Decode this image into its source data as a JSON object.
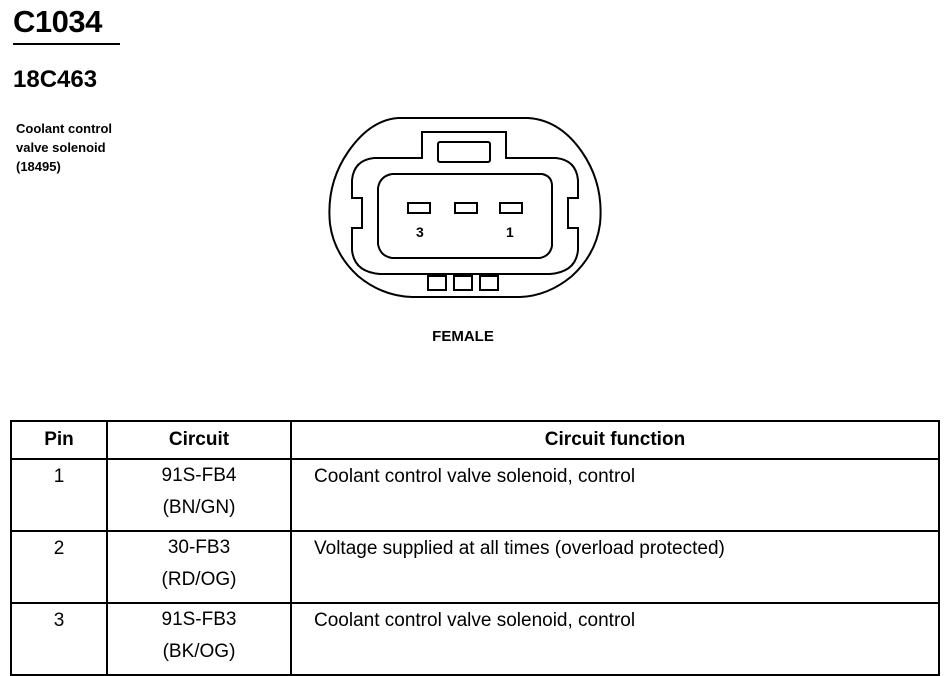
{
  "header": {
    "connector_id": "C1034",
    "part_number": "18C463",
    "description_lines": [
      "Coolant control",
      "valve solenoid",
      "(18495)"
    ]
  },
  "diagram": {
    "pin_labels": {
      "left": "3",
      "right": "1"
    },
    "gender": "FEMALE"
  },
  "table": {
    "headers": {
      "pin": "Pin",
      "circuit": "Circuit",
      "function": "Circuit function"
    },
    "rows": [
      {
        "pin": "1",
        "circuit": "91S-FB4",
        "wire": "(BN/GN)",
        "function": "Coolant control valve solenoid, control"
      },
      {
        "pin": "2",
        "circuit": "30-FB3",
        "wire": "(RD/OG)",
        "function": "Voltage supplied at all times (overload protected)"
      },
      {
        "pin": "3",
        "circuit": "91S-FB3",
        "wire": "(BK/OG)",
        "function": "Coolant control valve solenoid, control"
      }
    ]
  }
}
